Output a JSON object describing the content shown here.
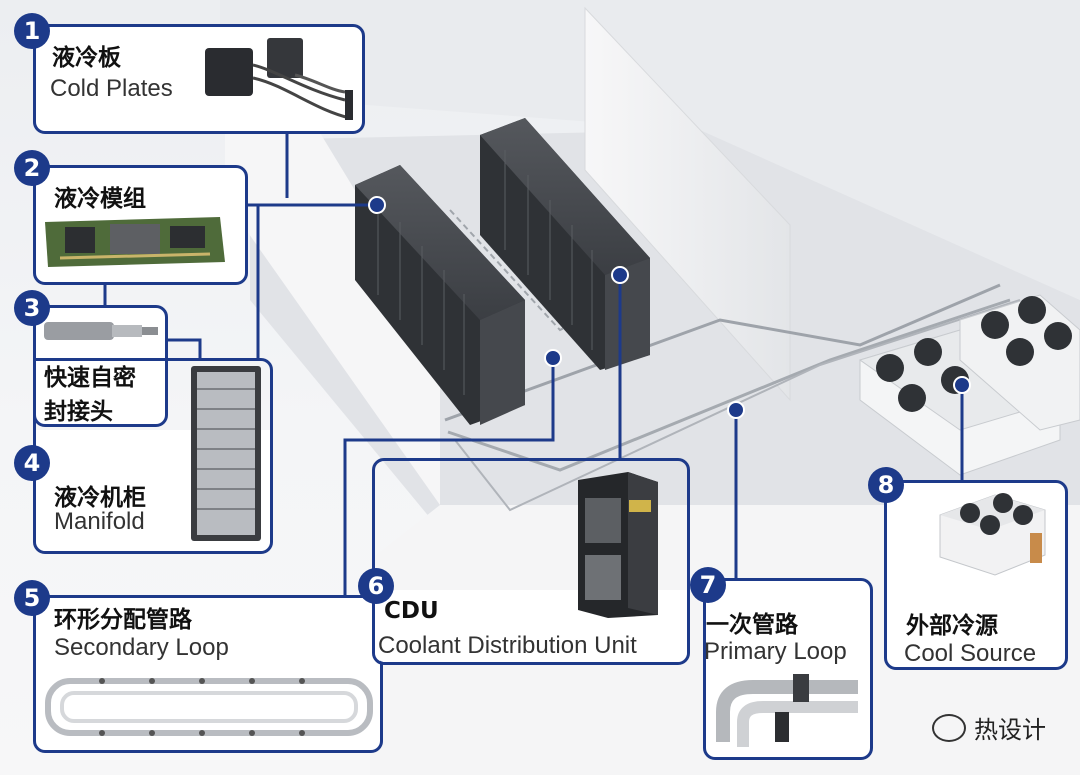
{
  "components": [
    {
      "num": "1",
      "zh": "液冷板",
      "en": "Cold Plates",
      "icon": "cold-plate-icon"
    },
    {
      "num": "2",
      "zh": "液冷模组",
      "en": "",
      "icon": "server-board-icon"
    },
    {
      "num": "3",
      "zh_line1": "快速自密",
      "zh_line2": "封接头",
      "icon": "quick-coupling-icon"
    },
    {
      "num": "4",
      "zh": "液冷机柜",
      "en": "Manifold",
      "icon": "manifold-rack-icon"
    },
    {
      "num": "5",
      "zh": "环形分配管路",
      "en": "Secondary Loop",
      "icon": "loop-pipe-icon"
    },
    {
      "num": "6",
      "zh": "CDU",
      "en": "Coolant Distribution Unit",
      "icon": "cdu-cabinet-icon"
    },
    {
      "num": "7",
      "zh": "一次管路",
      "en": "Primary Loop",
      "icon": "pipe-bend-icon"
    },
    {
      "num": "8",
      "zh": "外部冷源",
      "en": "Cool Source",
      "icon": "dry-cooler-icon"
    }
  ],
  "watermark": "热设计",
  "colors": {
    "accent": "#1d3a8a",
    "rack": "#3a3d42",
    "floor": "#e6e8eb"
  }
}
